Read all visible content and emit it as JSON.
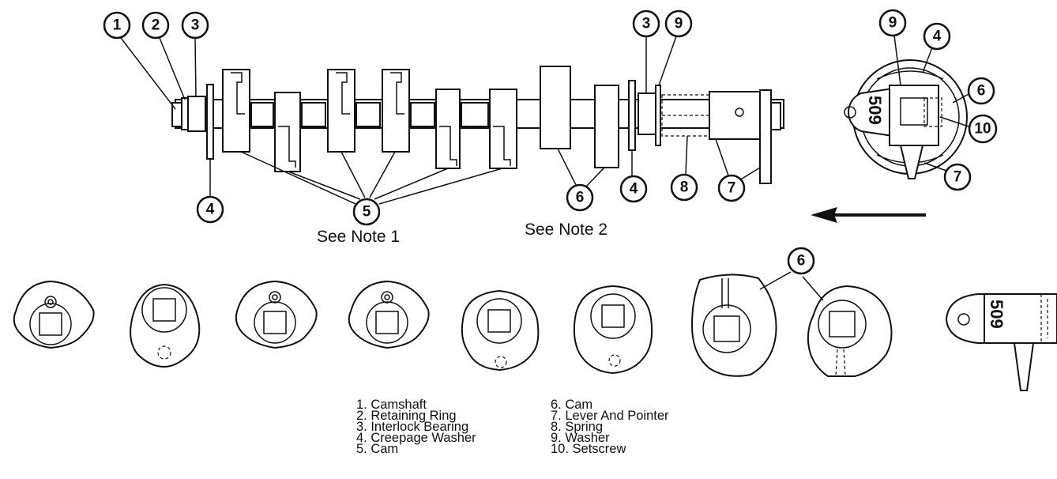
{
  "callouts": {
    "c1": "1",
    "c2": "2",
    "c3a": "3",
    "c3b": "3",
    "c9a": "9",
    "c9b": "9",
    "c4a": "4",
    "c4b": "4",
    "c4c": "4",
    "c5": "5",
    "c6a": "6",
    "c6b": "6",
    "c6c": "6",
    "c7a": "7",
    "c7b": "7",
    "c8": "8",
    "c10": "10"
  },
  "notes": {
    "note1": "See Note 1",
    "note2": "See Note 2"
  },
  "stamps": {
    "lever_top": "509",
    "lever_side": "509"
  },
  "legend": {
    "left": [
      "1. Camshaft",
      "2. Retaining Ring",
      "3. Interlock Bearing",
      "4. Creepage Washer",
      "5. Cam"
    ],
    "right": [
      "6. Cam",
      "7. Lever And Pointer",
      "8. Spring",
      "9. Washer",
      "10. Setscrew"
    ]
  }
}
